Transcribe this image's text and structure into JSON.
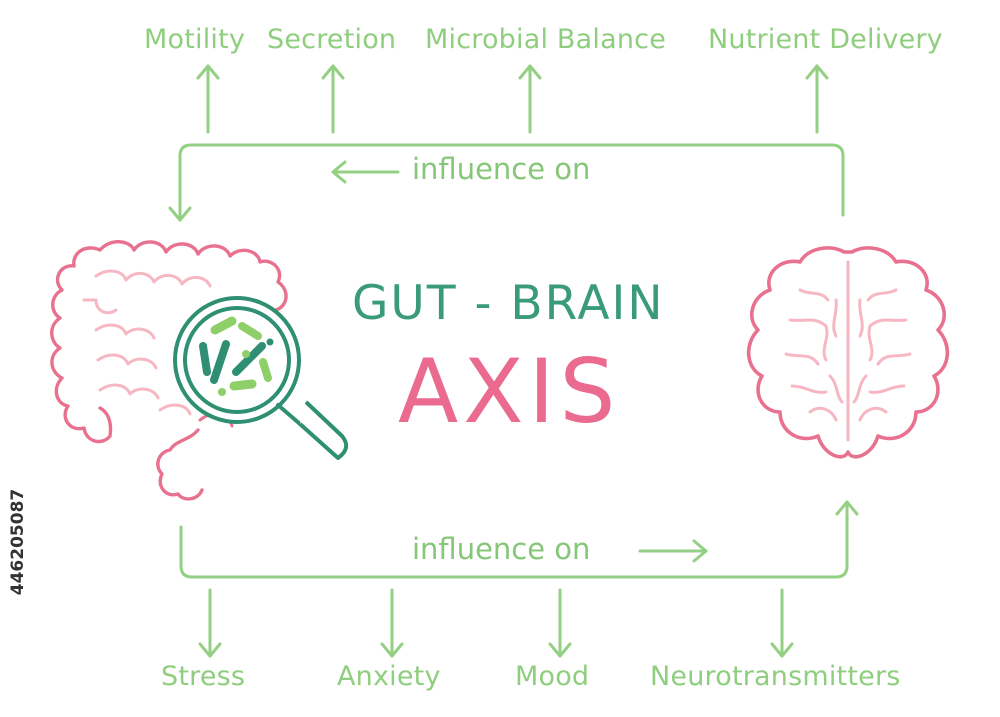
{
  "title": {
    "line1": "GUT - BRAIN",
    "line2": "AXIS"
  },
  "top_effects": [
    "Motility",
    "Secretion",
    "Microbial Balance",
    "Nutrient Delivery"
  ],
  "bottom_effects": [
    "Stress",
    "Anxiety",
    "Mood",
    "Neurotransmitters"
  ],
  "influence_top": "influence on",
  "influence_bottom": "influence on",
  "stock_id": "446205087",
  "colors": {
    "arrow_green": "#93d083",
    "title_teal": "#3a9a7c",
    "title_pink": "#ea6b8f",
    "organ_pink": "#e8718f",
    "organ_light_pink": "#f6b7c3",
    "microbe_green": "#7fbf4d",
    "lens_teal": "#2f8f72"
  },
  "icons": [
    "intestine-icon",
    "magnifier-icon",
    "bacteria-icon",
    "brain-icon"
  ]
}
